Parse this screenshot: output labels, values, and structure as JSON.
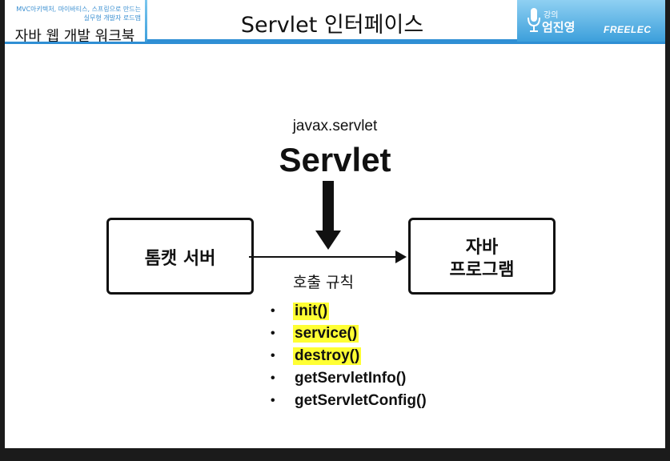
{
  "header": {
    "brand_sub_line1": "MVC아키텍처, 마이바티스, 스프링으로 만드는",
    "brand_sub_line2": "실무형 개발자 로드맵",
    "brand_title": "자바 웹 개발 워크북",
    "slide_title": "Servlet 인터페이스",
    "lecture_label": "강의",
    "lecturer": "엄진영",
    "publisher": "FREELEC",
    "accent_color": "#2f8fd4",
    "icons": [
      "microphone-icon"
    ]
  },
  "diagram": {
    "package": "javax.servlet",
    "interface_name": "Servlet",
    "left_box": "톰캣 서버",
    "right_box_line1": "자바",
    "right_box_line2": "프로그램",
    "arrow_label": "호출 규칙"
  },
  "methods": [
    {
      "name": "init()",
      "highlighted": true
    },
    {
      "name": "service()",
      "highlighted": true
    },
    {
      "name": "destroy()",
      "highlighted": true
    },
    {
      "name": "getServletInfo()",
      "highlighted": false
    },
    {
      "name": "getServletConfig()",
      "highlighted": false
    }
  ],
  "bullet": "•",
  "highlight_color": "#ffff33"
}
